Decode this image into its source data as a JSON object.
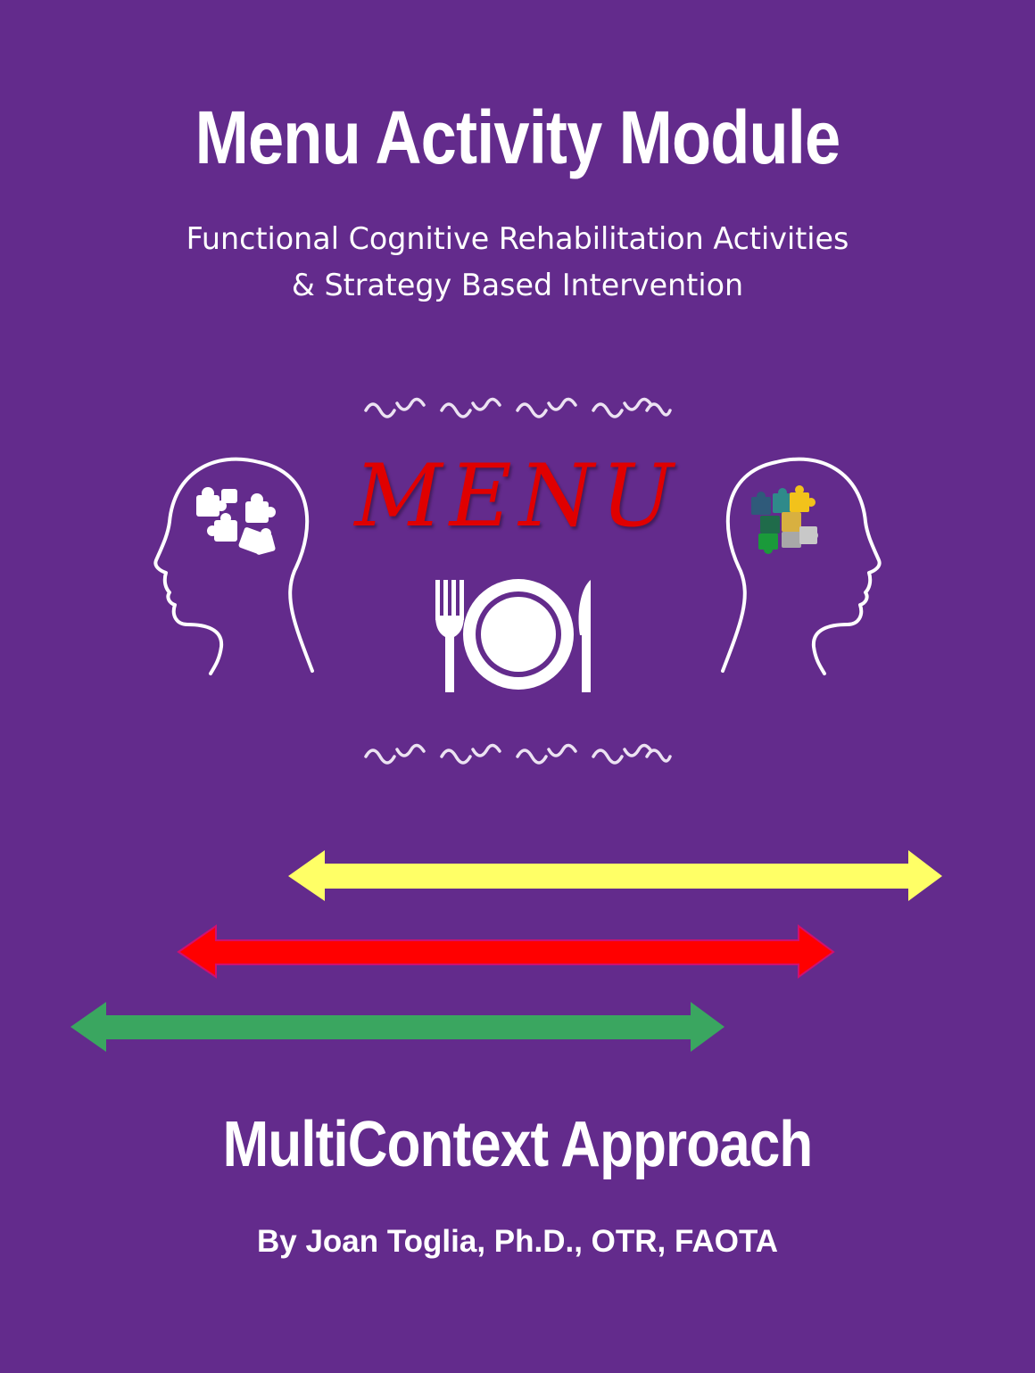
{
  "cover": {
    "title": "Menu Activity Module",
    "subtitle_line1": "Functional Cognitive Rehabilitation Activities",
    "subtitle_line2": "& Strategy Based Intervention",
    "divider": "ꭍꭍꭍꭍꭍ",
    "menu_word": "MENU",
    "approach": "MultiContext Approach",
    "author": "By Joan Toglia, Ph.D., OTR, FAOTA"
  },
  "colors": {
    "background": "#632b8c",
    "menu_text": "#e00000",
    "arrow_yellow": "#ffff66",
    "arrow_red": "#ff0000",
    "arrow_green": "#3aa660"
  },
  "icons": [
    "head-left-icon",
    "head-right-icon",
    "puzzle-white-icon",
    "puzzle-color-icon",
    "fork-icon",
    "plate-icon",
    "knife-icon",
    "double-arrow-icon"
  ]
}
